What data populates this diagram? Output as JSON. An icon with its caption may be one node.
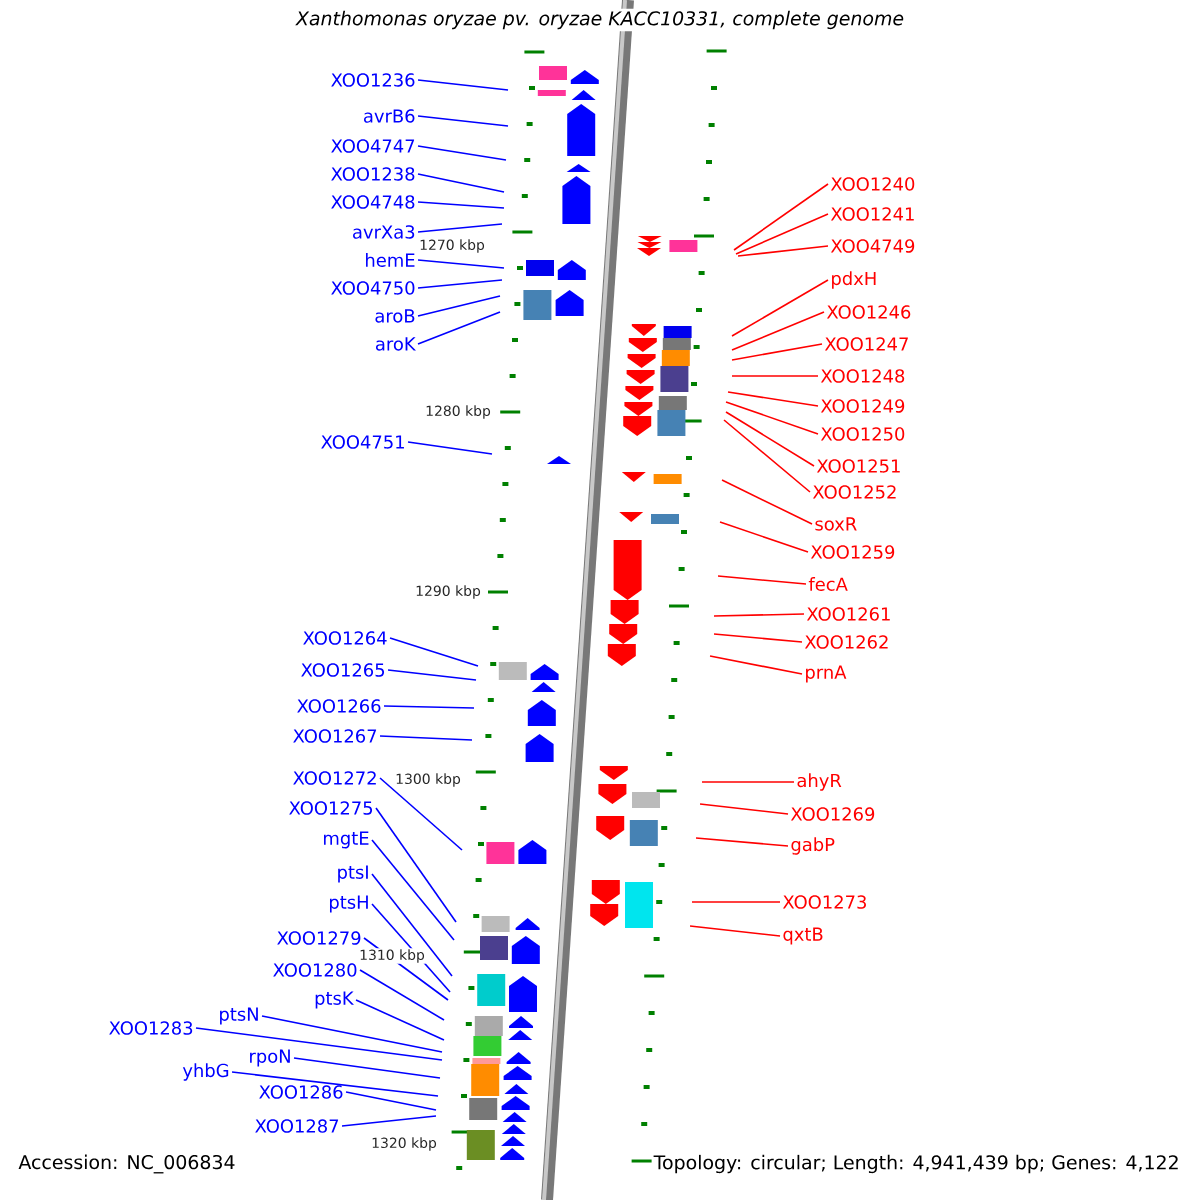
{
  "diagram": {
    "title": "Xanthomonas oryzae pv. oryzae KACC10331, complete genome",
    "nodes": [
      {
        "text": [
          "XOO1236"
        ]
      },
      {
        "text": [
          "avrB6"
        ]
      },
      {
        "text": [
          "XOO4747"
        ]
      },
      {
        "text": [
          "XOO1238"
        ]
      },
      {
        "text": [
          "XOO4748"
        ]
      },
      {
        "text": [
          "avrXa3"
        ]
      },
      {
        "text": [
          "hemE"
        ]
      },
      {
        "text": [
          "XOO4750"
        ]
      },
      {
        "text": [
          "aroB"
        ]
      },
      {
        "text": [
          "aroK"
        ]
      },
      {
        "text": [
          "XOO4751"
        ]
      },
      {
        "text": [
          "XOO1264"
        ]
      },
      {
        "text": [
          "XOO1265"
        ]
      },
      {
        "text": [
          "XOO1266"
        ]
      },
      {
        "text": [
          "XOO1267"
        ]
      },
      {
        "text": [
          "XOO1272"
        ]
      },
      {
        "text": [
          "XOO1275"
        ]
      },
      {
        "text": [
          "mgtE"
        ]
      },
      {
        "text": [
          "ptsI"
        ]
      },
      {
        "text": [
          "ptsH"
        ]
      },
      {
        "text": [
          "XOO1279"
        ]
      },
      {
        "text": [
          "XOO1280"
        ]
      },
      {
        "text": [
          "ptsK"
        ]
      },
      {
        "text": [
          "ptsN"
        ]
      },
      {
        "text": [
          "XOO1283"
        ]
      },
      {
        "text": [
          "rpoN"
        ]
      },
      {
        "text": [
          "yhbG"
        ]
      },
      {
        "text": [
          "XOO1286"
        ]
      },
      {
        "text": [
          "XOO1287"
        ]
      },
      {
        "text": [
          "XOO1240"
        ]
      },
      {
        "text": [
          "XOO1241"
        ]
      },
      {
        "text": [
          "XOO4749"
        ]
      },
      {
        "text": [
          "pdxH"
        ]
      },
      {
        "text": [
          "XOO1246"
        ]
      },
      {
        "text": [
          "XOO1247"
        ]
      },
      {
        "text": [
          "XOO1248"
        ]
      },
      {
        "text": [
          "XOO1249"
        ]
      },
      {
        "text": [
          "XOO1250"
        ]
      },
      {
        "text": [
          "XOO1251"
        ]
      },
      {
        "text": [
          "XOO1252"
        ]
      },
      {
        "text": [
          "soxR"
        ]
      },
      {
        "text": [
          "XOO1259"
        ]
      },
      {
        "text": [
          "fecA"
        ]
      },
      {
        "text": [
          "XOO1261"
        ]
      },
      {
        "text": [
          "XOO1262"
        ]
      },
      {
        "text": [
          "prnA"
        ]
      },
      {
        "text": [
          "ahyR"
        ]
      },
      {
        "text": [
          "XOO1269"
        ]
      },
      {
        "text": [
          "gabP"
        ]
      },
      {
        "text": [
          "XOO1273"
        ]
      },
      {
        "text": [
          "qxtB"
        ]
      }
    ],
    "edges": [
      {
        "from": 0,
        "to": null,
        "arrow": "none"
      },
      {
        "from": 1,
        "to": null,
        "arrow": "none"
      },
      {
        "from": 2,
        "to": null,
        "arrow": "none"
      },
      {
        "from": 3,
        "to": null,
        "arrow": "none"
      },
      {
        "from": 4,
        "to": null,
        "arrow": "none"
      },
      {
        "from": 5,
        "to": null,
        "arrow": "none"
      },
      {
        "from": 6,
        "to": null,
        "arrow": "none"
      },
      {
        "from": 7,
        "to": null,
        "arrow": "none"
      },
      {
        "from": 8,
        "to": null,
        "arrow": "none"
      },
      {
        "from": 9,
        "to": null,
        "arrow": "none"
      },
      {
        "from": 10,
        "to": null,
        "arrow": "none"
      },
      {
        "from": 11,
        "to": null,
        "arrow": "none"
      },
      {
        "from": 12,
        "to": null,
        "arrow": "none"
      },
      {
        "from": 13,
        "to": null,
        "arrow": "none"
      },
      {
        "from": 14,
        "to": null,
        "arrow": "none"
      },
      {
        "from": 15,
        "to": null,
        "arrow": "none"
      },
      {
        "from": 16,
        "to": null,
        "arrow": "none"
      },
      {
        "from": 17,
        "to": null,
        "arrow": "none"
      },
      {
        "from": 18,
        "to": null,
        "arrow": "none"
      },
      {
        "from": 19,
        "to": null,
        "arrow": "none"
      },
      {
        "from": 20,
        "to": null,
        "arrow": "none"
      },
      {
        "from": 21,
        "to": null,
        "arrow": "none"
      },
      {
        "from": 22,
        "to": null,
        "arrow": "none"
      },
      {
        "from": 23,
        "to": null,
        "arrow": "none"
      },
      {
        "from": 24,
        "to": null,
        "arrow": "none"
      },
      {
        "from": 25,
        "to": null,
        "arrow": "none"
      },
      {
        "from": 26,
        "to": null,
        "arrow": "none"
      },
      {
        "from": 27,
        "to": null,
        "arrow": "none"
      },
      {
        "from": 28,
        "to": null,
        "arrow": "none"
      },
      {
        "from": 29,
        "to": null,
        "arrow": "none",
        "color": "#ff0000"
      },
      {
        "from": 30,
        "to": null,
        "arrow": "none",
        "color": "#ff0000"
      },
      {
        "from": 31,
        "to": null,
        "arrow": "none",
        "color": "#ff0000"
      },
      {
        "from": 32,
        "to": null,
        "arrow": "none",
        "color": "#ff0000"
      },
      {
        "from": 33,
        "to": null,
        "arrow": "none",
        "color": "#ff0000"
      },
      {
        "from": 34,
        "to": null,
        "arrow": "none",
        "color": "#ff0000"
      },
      {
        "from": 35,
        "to": null,
        "arrow": "none",
        "color": "#ff0000"
      },
      {
        "from": 36,
        "to": null,
        "arrow": "none",
        "color": "#ff0000"
      },
      {
        "from": 37,
        "to": null,
        "arrow": "none",
        "color": "#ff0000"
      },
      {
        "from": 38,
        "to": null,
        "arrow": "none",
        "color": "#ff0000"
      },
      {
        "from": 39,
        "to": null,
        "arrow": "none",
        "color": "#ff0000"
      },
      {
        "from": 40,
        "to": null,
        "arrow": "none",
        "color": "#ff0000"
      },
      {
        "from": 41,
        "to": null,
        "arrow": "none",
        "color": "#ff0000"
      },
      {
        "from": 42,
        "to": null,
        "arrow": "none",
        "color": "#ff0000"
      },
      {
        "from": 43,
        "to": null,
        "arrow": "none",
        "color": "#ff0000"
      },
      {
        "from": 44,
        "to": null,
        "arrow": "none",
        "color": "#ff0000"
      },
      {
        "from": 45,
        "to": null,
        "arrow": "none",
        "color": "#ff0000"
      },
      {
        "from": 46,
        "to": null,
        "arrow": "none",
        "color": "#ff0000"
      },
      {
        "from": 47,
        "to": null,
        "arrow": "none",
        "color": "#ff0000"
      },
      {
        "from": 48,
        "to": null,
        "arrow": "none",
        "color": "#ff0000"
      },
      {
        "from": 49,
        "to": null,
        "arrow": "none",
        "color": "#ff0000"
      },
      {
        "from": 50,
        "to": null,
        "arrow": "none",
        "color": "#ff0000"
      }
    ],
    "labels": [
      "1270 kbp",
      "1280 kbp",
      "1290 kbp",
      "1300 kbp",
      "1310 kbp",
      "1320 kbp",
      "Accession: NC_006834",
      "Topology: circular; Length: 4,941,439 bp; Genes: 4,122"
    ]
  }
}
